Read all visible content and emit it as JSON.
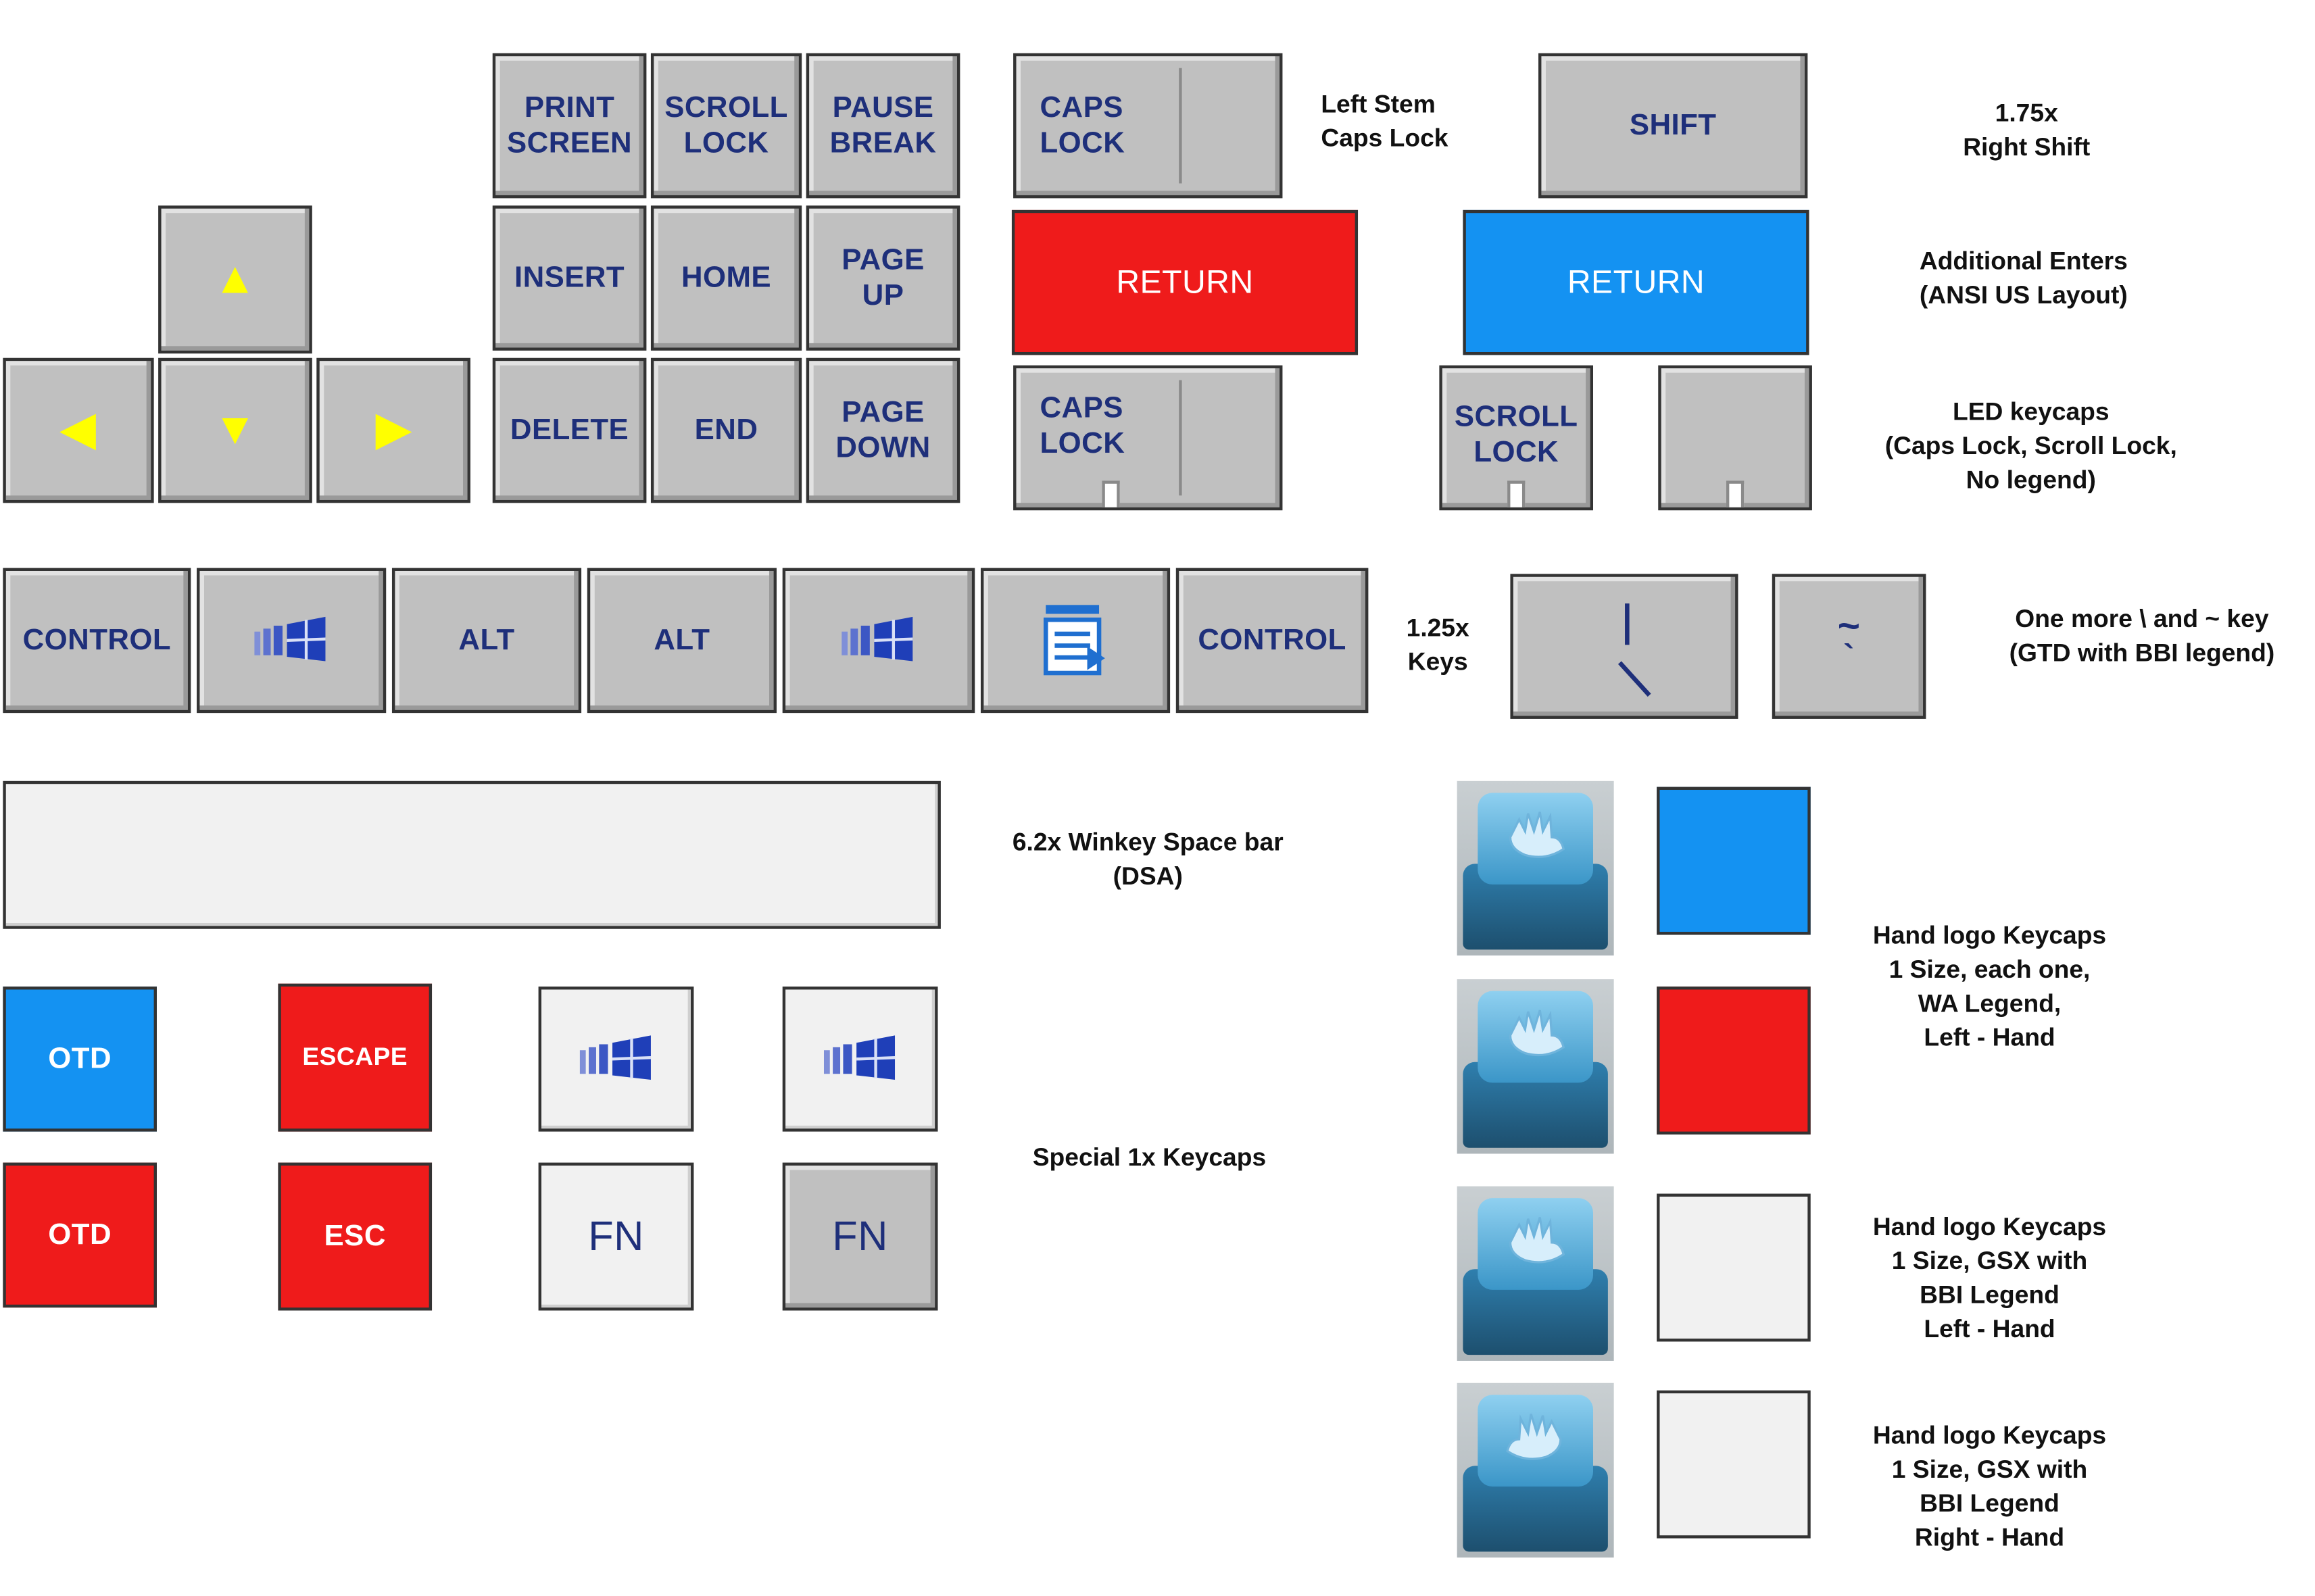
{
  "keys": {
    "print_screen": "PRINT SCREEN",
    "scroll_lock": "SCROLL LOCK",
    "pause_break": "PAUSE BREAK",
    "insert": "INSERT",
    "home": "HOME",
    "page_up": "PAGE UP",
    "delete": "DELETE",
    "end": "END",
    "page_down": "PAGE DOWN",
    "caps_lock": "CAPS LOCK",
    "caps_lock_led": "CAPS LOCK",
    "shift": "SHIFT",
    "return_red": "RETURN",
    "return_blue": "RETURN",
    "scroll_lock_led": "SCROLL LOCK",
    "control_left": "CONTROL",
    "alt_left": "ALT",
    "alt_right": "ALT",
    "control_right": "CONTROL",
    "otd_blue": "OTD",
    "otd_red": "OTD",
    "escape": "ESCAPE",
    "esc": "ESC",
    "fn_white": "FN",
    "fn_gray": "FN",
    "arrow_up": "▲",
    "arrow_left": "◀",
    "arrow_down": "▼",
    "arrow_right": "▶",
    "tilde": "~",
    "backtick": "`"
  },
  "notes": {
    "left_stem": [
      "Left Stem",
      "Caps Lock"
    ],
    "right_shift": [
      "1.75x",
      "Right Shift"
    ],
    "additional_enters": [
      "Additional Enters",
      "(ANSI US Layout)"
    ],
    "led_keycaps": [
      "LED keycaps",
      "(Caps Lock, Scroll Lock,",
      "No legend)"
    ],
    "keys_125": [
      "1.25x",
      "Keys"
    ],
    "one_more": [
      "One more \\ and ~ key",
      "(GTD with BBI legend)"
    ],
    "spacebar": [
      "6.2x Winkey Space bar",
      "(DSA)"
    ],
    "special": [
      "Special 1x Keycaps"
    ],
    "hand_wa": [
      "Hand logo Keycaps",
      "1 Size, each one,",
      "WA Legend,",
      "Left - Hand"
    ],
    "hand_gsx_left": [
      "Hand logo Keycaps",
      "1 Size, GSX with",
      "BBI Legend",
      "Left - Hand"
    ],
    "hand_gsx_right": [
      "Hand logo Keycaps",
      "1 Size, GSX with",
      "BBI Legend",
      "Right - Hand"
    ]
  },
  "icons": {
    "windows": "windows-logo-icon",
    "menu": "context-menu-icon",
    "hand": "hand-logo-icon"
  },
  "colors": {
    "key_gray": "#c0c0c0",
    "legend_navy": "#1e2f7a",
    "arrow_yellow": "#ffff00",
    "red": "#ef1b1b",
    "blue": "#1492f2",
    "white_key": "#f1f1f1"
  }
}
